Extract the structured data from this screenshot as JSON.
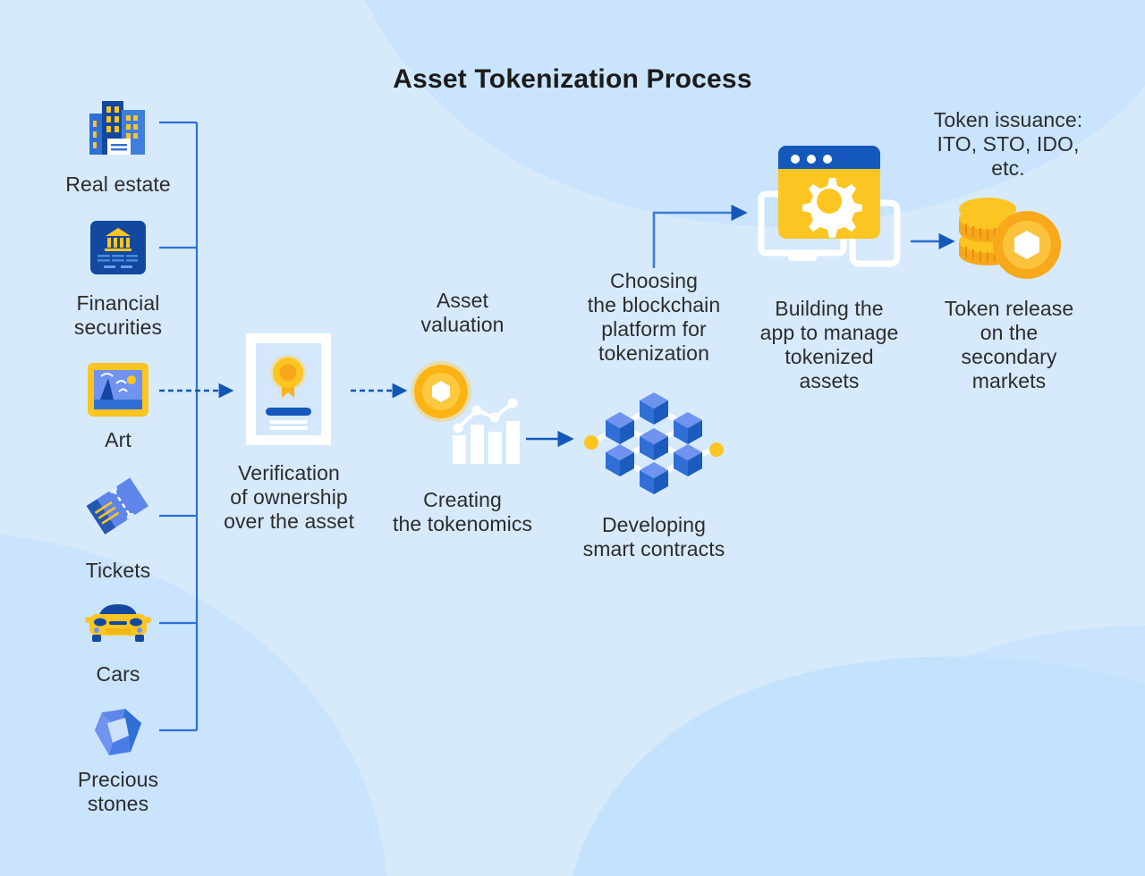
{
  "title": "Asset Tokenization Process",
  "colors": {
    "background": "#d6eafc",
    "background_wave": "#c4e2fb",
    "brand_blue": "#1565c4",
    "deep_blue": "#12489f",
    "mid_blue": "#2f6fd6",
    "light_blue": "#6f93ef",
    "accent_yellow": "#fcc521",
    "accent_yellow_dark": "#f5a815",
    "white": "#ffffff",
    "text": "#2c2c2c"
  },
  "assets": {
    "group_name": "tokenizable-assets",
    "items": [
      {
        "id": "real-estate",
        "label": "Real estate",
        "icon": "buildings-icon"
      },
      {
        "id": "financial-securities",
        "label": "Financial\nsecurities",
        "icon": "bank-document-icon"
      },
      {
        "id": "art",
        "label": "Art",
        "icon": "painting-icon"
      },
      {
        "id": "tickets",
        "label": "Tickets",
        "icon": "tickets-icon"
      },
      {
        "id": "cars",
        "label": "Cars",
        "icon": "car-icon"
      },
      {
        "id": "precious-stones",
        "label": "Precious\nstones",
        "icon": "gem-icon"
      }
    ]
  },
  "steps": [
    {
      "id": "verification",
      "label": "Verification\nof ownership\nover the asset",
      "icon": "certificate-icon"
    },
    {
      "id": "asset-valuation",
      "label": "Asset\nvaluation",
      "icon": "token-coin-icon"
    },
    {
      "id": "tokenomics",
      "label": "Creating\nthe tokenomics",
      "icon": "bar-chart-icon"
    },
    {
      "id": "smart-contracts",
      "label": "Developing\nsmart contracts",
      "icon": "blockchain-cubes-icon"
    },
    {
      "id": "platform-choice",
      "label": "Choosing\nthe blockchain\nplatform for\ntokenization",
      "icon": "none"
    },
    {
      "id": "app-building",
      "label": "Building the\napp to manage\ntokenized\nassets",
      "icon": "browser-gear-icon"
    },
    {
      "id": "token-release",
      "label": "Token release\non the\nsecondary\nmarkets",
      "icon": "coin-stack-icon"
    }
  ],
  "annotations": [
    {
      "id": "token-issuance",
      "label": "Token issuance:\nITO, STO, IDO,\netc."
    }
  ],
  "flow": {
    "arrows": [
      {
        "id": "assets-to-verification",
        "style": "dashed",
        "from": "asset-bus",
        "to": "verification"
      },
      {
        "id": "verification-to-valuation",
        "style": "dashed",
        "from": "verification",
        "to": "asset-valuation"
      },
      {
        "id": "tokenomics-to-smart-contracts",
        "style": "solid",
        "from": "tokenomics",
        "to": "smart-contracts"
      },
      {
        "id": "smart-contracts-to-app",
        "style": "solid",
        "from": "smart-contracts",
        "to": "app-building"
      },
      {
        "id": "app-to-token-release",
        "style": "solid",
        "from": "app-building",
        "to": "token-release"
      }
    ]
  }
}
